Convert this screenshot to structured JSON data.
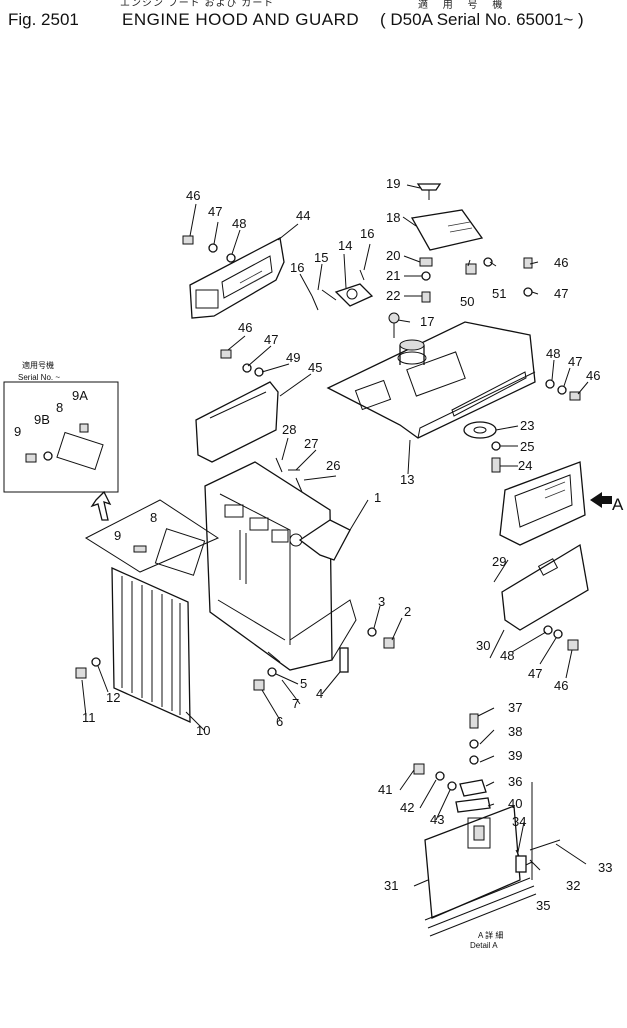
{
  "header": {
    "fig_label": "Fig. 2501",
    "title_jp": "エンジン フード および ガード",
    "title_en": "ENGINE HOOD AND GUARD",
    "serial_jp": "適 用 号 機",
    "serial_en": "D50A Serial No. 65001~"
  },
  "inset": {
    "label_jp": "適用号機",
    "label_en": "Serial No.  ~"
  },
  "detail": {
    "label_jp": "A 詳 細",
    "label_en": "Detail A",
    "view_arrow_label": "A"
  },
  "callouts": {
    "p1": "1",
    "p2": "2",
    "p3": "3",
    "p4": "4",
    "p5": "5",
    "p6": "6",
    "p7": "7",
    "p8": "8",
    "p8b": "8",
    "p9": "9",
    "p9b": "9",
    "p9A": "9A",
    "p9B": "9B",
    "p10": "10",
    "p11": "11",
    "p12": "12",
    "p13": "13",
    "p14": "14",
    "p15": "15",
    "p16a": "16",
    "p16b": "16",
    "p17": "17",
    "p18": "18",
    "p19": "19",
    "p20": "20",
    "p21": "21",
    "p22": "22",
    "p23": "23",
    "p24": "24",
    "p25": "25",
    "p26": "26",
    "p27": "27",
    "p28": "28",
    "p29": "29",
    "p30": "30",
    "p31": "31",
    "p32": "32",
    "p33": "33",
    "p34": "34",
    "p35": "35",
    "p36": "36",
    "p37": "37",
    "p38": "38",
    "p39": "39",
    "p40": "40",
    "p41": "41",
    "p42": "42",
    "p43": "43",
    "p44": "44",
    "p45": "45",
    "p46a": "46",
    "p46b": "46",
    "p46c": "46",
    "p46d": "46",
    "p46e": "46",
    "p47a": "47",
    "p47b": "47",
    "p47c": "47",
    "p47d": "47",
    "p47e": "47",
    "p48a": "48",
    "p48b": "48",
    "p48c": "48",
    "p49": "49",
    "p50": "50",
    "p51": "51"
  }
}
